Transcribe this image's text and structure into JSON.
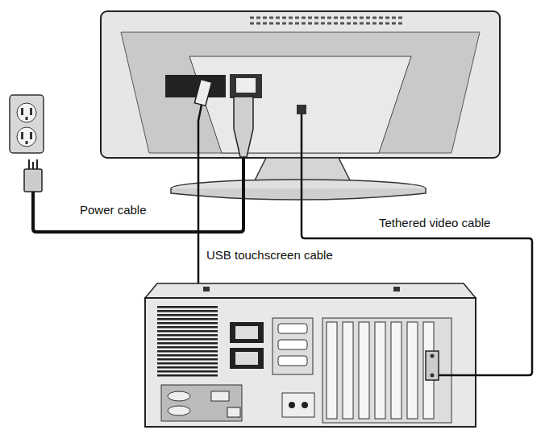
{
  "diagram": {
    "labels": [
      "Power cable",
      "USB touchscreen cable",
      "Tethered video cable"
    ]
  }
}
